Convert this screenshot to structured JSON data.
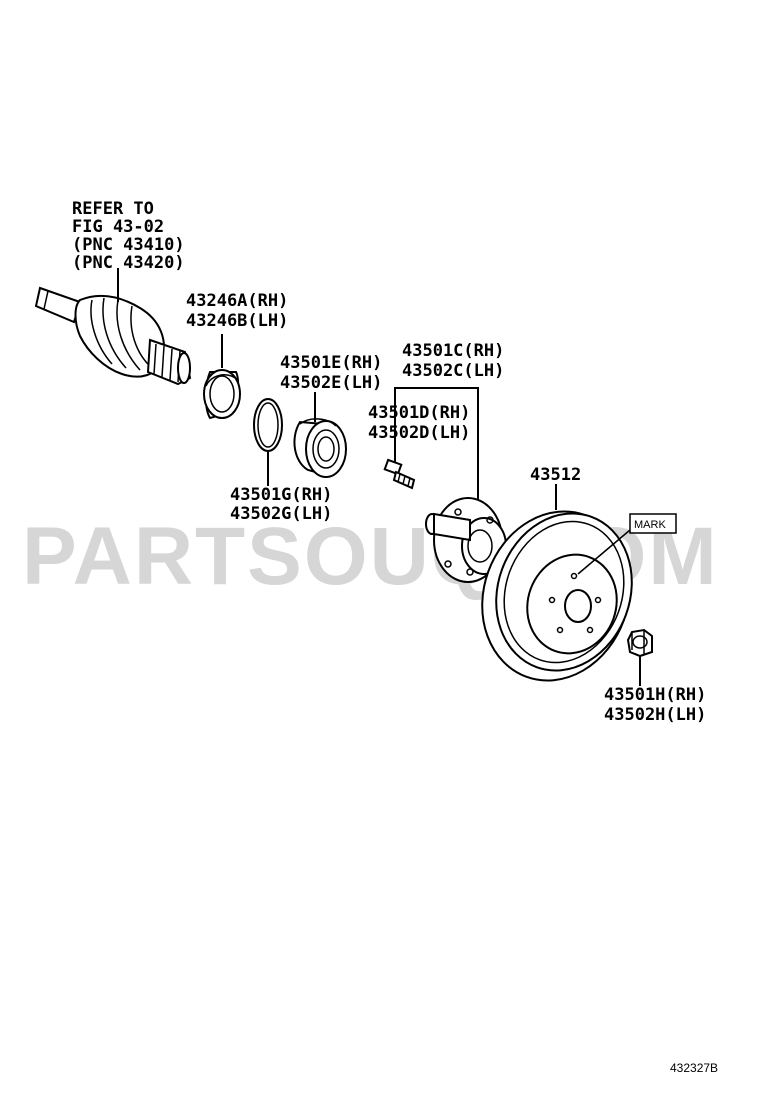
{
  "watermark": "PARTSOUQ.COM",
  "refer": {
    "line1": "REFER TO",
    "line2": "FIG 43-02",
    "line3": "(PNC 43410)",
    "line4": "(PNC 43420)"
  },
  "labels": {
    "p43246_rh": "43246A(RH)",
    "p43246_lh": "43246B(LH)",
    "p43501e_rh": "43501E(RH)",
    "p43502e_lh": "43502E(LH)",
    "p43501c_rh": "43501C(RH)",
    "p43502c_lh": "43502C(LH)",
    "p43501d_rh": "43501D(RH)",
    "p43502d_lh": "43502D(LH)",
    "p43501g_rh": "43501G(RH)",
    "p43502g_lh": "43502G(LH)",
    "p43512": "43512",
    "mark": "MARK",
    "p43501h_rh": "43501H(RH)",
    "p43502h_lh": "43502H(LH)"
  },
  "figure_code": "432327B"
}
